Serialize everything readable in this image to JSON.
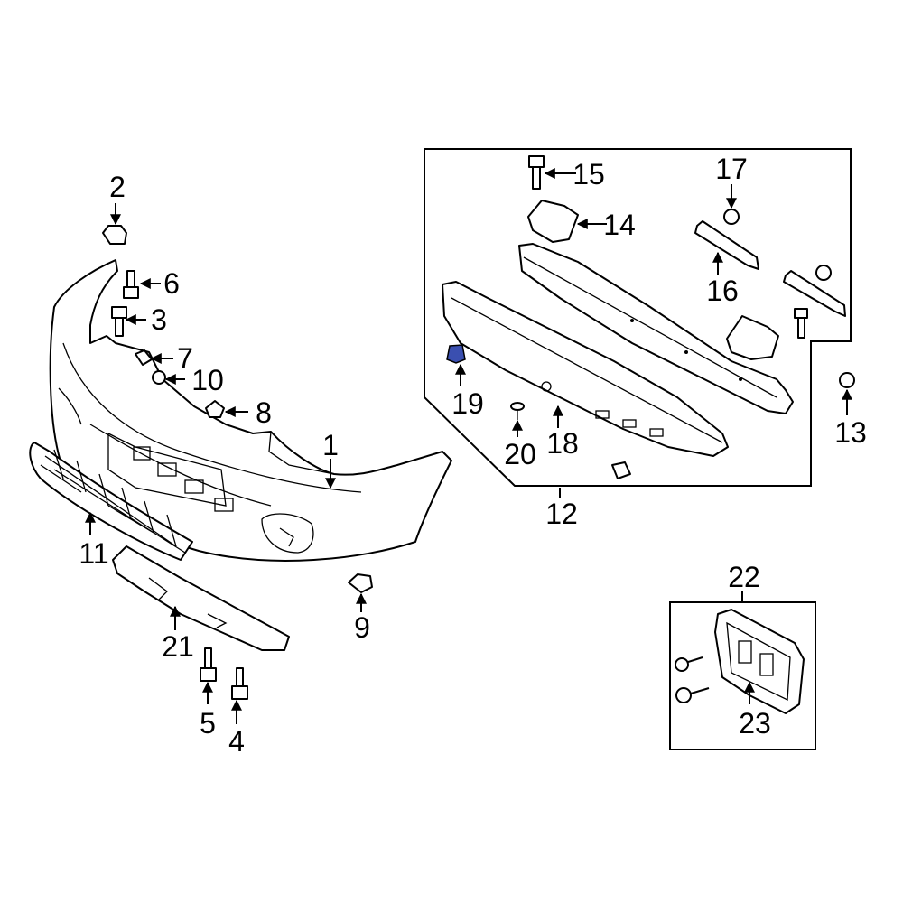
{
  "diagram": {
    "callouts": [
      "1",
      "2",
      "3",
      "4",
      "5",
      "6",
      "7",
      "8",
      "9",
      "10",
      "11",
      "12",
      "13",
      "14",
      "15",
      "16",
      "17",
      "18",
      "19",
      "20",
      "21",
      "22",
      "23"
    ],
    "highlight_color": "#3a4fb0",
    "line_color": "#000000",
    "background": "#ffffff"
  }
}
